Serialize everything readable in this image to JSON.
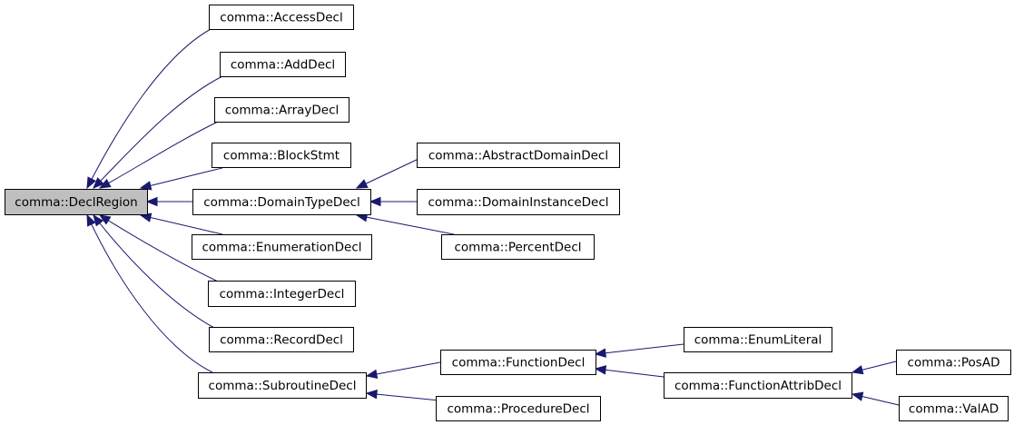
{
  "diagram": {
    "type": "class-inheritance-graph",
    "colors": {
      "edge": "#191970",
      "root_fill": "#bfbfbf",
      "node_fill": "#ffffff",
      "node_stroke": "#000000"
    },
    "nodes": [
      {
        "id": "DeclRegion",
        "label": "comma::DeclRegion"
      },
      {
        "id": "AccessDecl",
        "label": "comma::AccessDecl"
      },
      {
        "id": "AddDecl",
        "label": "comma::AddDecl"
      },
      {
        "id": "ArrayDecl",
        "label": "comma::ArrayDecl"
      },
      {
        "id": "BlockStmt",
        "label": "comma::BlockStmt"
      },
      {
        "id": "DomainTypeDecl",
        "label": "comma::DomainTypeDecl"
      },
      {
        "id": "EnumerationDecl",
        "label": "comma::EnumerationDecl"
      },
      {
        "id": "IntegerDecl",
        "label": "comma::IntegerDecl"
      },
      {
        "id": "RecordDecl",
        "label": "comma::RecordDecl"
      },
      {
        "id": "SubroutineDecl",
        "label": "comma::SubroutineDecl"
      },
      {
        "id": "AbstractDomainDecl",
        "label": "comma::AbstractDomainDecl"
      },
      {
        "id": "DomainInstanceDecl",
        "label": "comma::DomainInstanceDecl"
      },
      {
        "id": "PercentDecl",
        "label": "comma::PercentDecl"
      },
      {
        "id": "FunctionDecl",
        "label": "comma::FunctionDecl"
      },
      {
        "id": "ProcedureDecl",
        "label": "comma::ProcedureDecl"
      },
      {
        "id": "EnumLiteral",
        "label": "comma::EnumLiteral"
      },
      {
        "id": "FunctionAttribDecl",
        "label": "comma::FunctionAttribDecl"
      },
      {
        "id": "PosAD",
        "label": "comma::PosAD"
      },
      {
        "id": "ValAD",
        "label": "comma::ValAD"
      }
    ],
    "edges": [
      {
        "from": "AccessDecl",
        "to": "DeclRegion"
      },
      {
        "from": "AddDecl",
        "to": "DeclRegion"
      },
      {
        "from": "ArrayDecl",
        "to": "DeclRegion"
      },
      {
        "from": "BlockStmt",
        "to": "DeclRegion"
      },
      {
        "from": "DomainTypeDecl",
        "to": "DeclRegion"
      },
      {
        "from": "EnumerationDecl",
        "to": "DeclRegion"
      },
      {
        "from": "IntegerDecl",
        "to": "DeclRegion"
      },
      {
        "from": "RecordDecl",
        "to": "DeclRegion"
      },
      {
        "from": "SubroutineDecl",
        "to": "DeclRegion"
      },
      {
        "from": "AbstractDomainDecl",
        "to": "DomainTypeDecl"
      },
      {
        "from": "DomainInstanceDecl",
        "to": "DomainTypeDecl"
      },
      {
        "from": "PercentDecl",
        "to": "DomainTypeDecl"
      },
      {
        "from": "FunctionDecl",
        "to": "SubroutineDecl"
      },
      {
        "from": "ProcedureDecl",
        "to": "SubroutineDecl"
      },
      {
        "from": "EnumLiteral",
        "to": "FunctionDecl"
      },
      {
        "from": "FunctionAttribDecl",
        "to": "FunctionDecl"
      },
      {
        "from": "PosAD",
        "to": "FunctionAttribDecl"
      },
      {
        "from": "ValAD",
        "to": "FunctionAttribDecl"
      }
    ]
  }
}
